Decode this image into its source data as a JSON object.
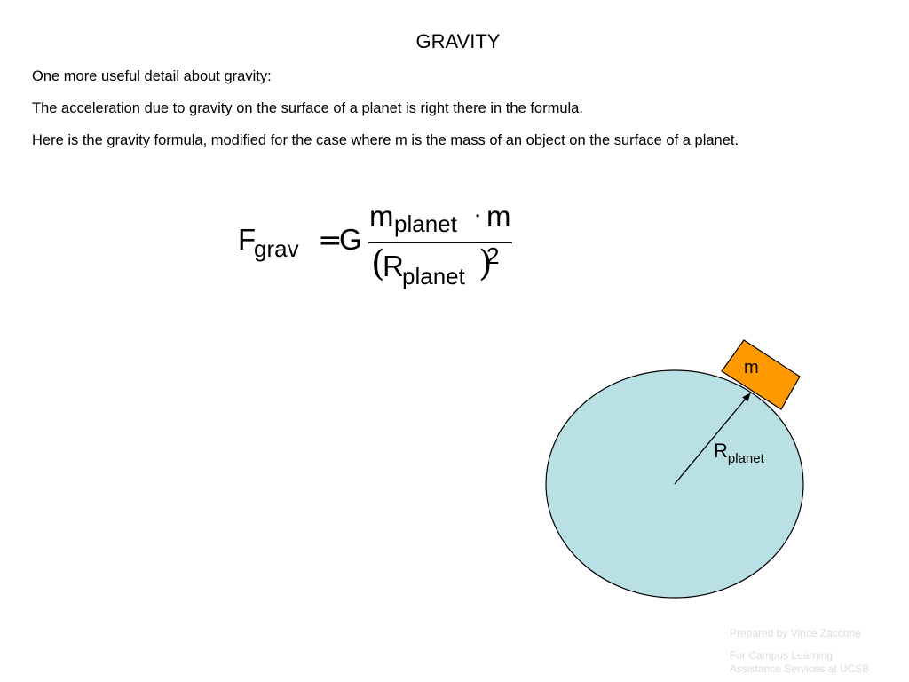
{
  "slide": {
    "title": "GRAVITY",
    "paragraphs": [
      "One more useful detail about gravity:",
      "The acceleration due to gravity on the surface of a planet is right there in the formula.",
      "Here is the gravity formula, modified for the case where m is the mass of an object on the surface of a planet."
    ]
  },
  "formula": {
    "F": "F",
    "F_sub": "grav",
    "equals": "=",
    "G": "G",
    "num_m": "m",
    "num_sub": "planet",
    "num_dot": "·",
    "num_m2": "m",
    "den_open": "(",
    "den_R": "R",
    "den_sub": "planet",
    "den_close": ")",
    "den_exp": "2"
  },
  "diagram": {
    "object_label": "m",
    "radius_label": "R",
    "radius_sub": "planet",
    "colors": {
      "planet_fill": "#b9e0e4",
      "object_fill": "#ff9900",
      "outline": "#000000"
    }
  },
  "footer": {
    "line1": "Prepared by Vince Zaccone",
    "line2": "For Campus Learning",
    "line3": "Assistance Services at UCSB"
  }
}
